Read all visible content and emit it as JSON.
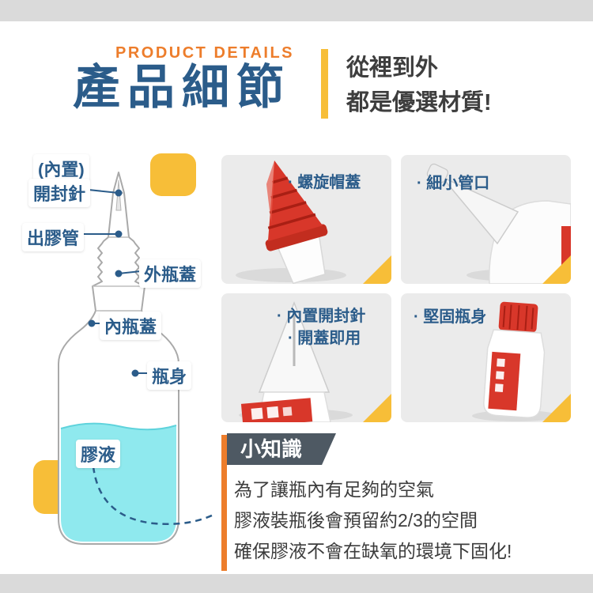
{
  "colors": {
    "accent_orange": "#ED7D2B",
    "title_blue": "#2B5C8A",
    "accent_yellow": "#F7BE38",
    "liquid_cyan": "#8FE9EE",
    "tip_header_bg": "#4E5963",
    "band_gray": "#DADADA",
    "card_bg": "#EBEBEB",
    "product_red": "#D8372A"
  },
  "header": {
    "eyebrow": "PRODUCT DETAILS",
    "title": "產品細節",
    "tagline_line1": "從裡到外",
    "tagline_line2": "都是優選材質!"
  },
  "diagram": {
    "labels": [
      {
        "id": "built-in",
        "text": "(內置)"
      },
      {
        "id": "opening-pin",
        "text": "開封針"
      },
      {
        "id": "glue-tube",
        "text": "出膠管"
      },
      {
        "id": "outer-cap",
        "text": "外瓶蓋"
      },
      {
        "id": "inner-cap",
        "text": "內瓶蓋"
      },
      {
        "id": "bottle-body",
        "text": "瓶身"
      },
      {
        "id": "glue-liquid",
        "text": "膠液"
      }
    ]
  },
  "cards": [
    {
      "photo": "spiral-cap",
      "labels": [
        "· 螺旋帽蓋"
      ]
    },
    {
      "photo": "fine-nozzle",
      "labels": [
        "· 細小管口"
      ]
    },
    {
      "photo": "built-in-pin",
      "labels": [
        "· 內置開封針",
        "· 開蓋即用"
      ]
    },
    {
      "photo": "sturdy-body",
      "labels": [
        "· 堅固瓶身"
      ]
    }
  ],
  "tip": {
    "title": "小知識",
    "lines": [
      "為了讓瓶內有足夠的空氣",
      "膠液裝瓶後會預留約2/3的空間",
      "確保膠液不會在缺氧的環境下固化!"
    ]
  }
}
